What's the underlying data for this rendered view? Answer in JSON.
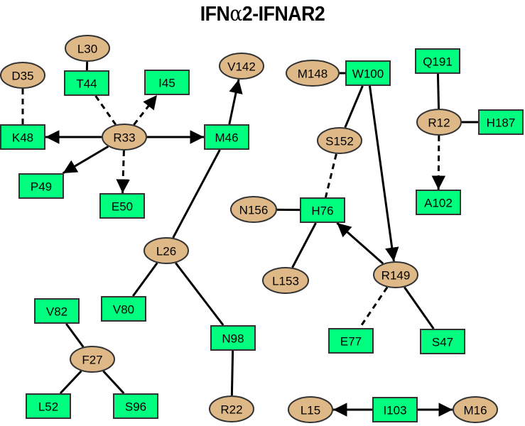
{
  "title": {
    "prefix": "IFN",
    "greek": "α",
    "suffix": "2-IFNAR2"
  },
  "colors": {
    "rect_fill": "#00ff7f",
    "ellipse_fill": "#deb887",
    "border": "#333333",
    "edge": "#000000"
  },
  "nodes": [
    {
      "id": "L30",
      "label": "L30",
      "shape": "ellipse"
    },
    {
      "id": "D35",
      "label": "D35",
      "shape": "ellipse"
    },
    {
      "id": "T44",
      "label": "T44",
      "shape": "rect"
    },
    {
      "id": "I45",
      "label": "I45",
      "shape": "rect"
    },
    {
      "id": "V142",
      "label": "V142",
      "shape": "ellipse"
    },
    {
      "id": "K48",
      "label": "K48",
      "shape": "rect"
    },
    {
      "id": "R33",
      "label": "R33",
      "shape": "ellipse"
    },
    {
      "id": "M46",
      "label": "M46",
      "shape": "rect"
    },
    {
      "id": "P49",
      "label": "P49",
      "shape": "rect"
    },
    {
      "id": "E50",
      "label": "E50",
      "shape": "rect"
    },
    {
      "id": "M148",
      "label": "M148",
      "shape": "ellipse"
    },
    {
      "id": "W100",
      "label": "W100",
      "shape": "rect"
    },
    {
      "id": "Q191",
      "label": "Q191",
      "shape": "rect"
    },
    {
      "id": "S152",
      "label": "S152",
      "shape": "ellipse"
    },
    {
      "id": "R12",
      "label": "R12",
      "shape": "ellipse"
    },
    {
      "id": "H187",
      "label": "H187",
      "shape": "rect"
    },
    {
      "id": "A102",
      "label": "A102",
      "shape": "rect"
    },
    {
      "id": "N156",
      "label": "N156",
      "shape": "ellipse"
    },
    {
      "id": "H76",
      "label": "H76",
      "shape": "rect"
    },
    {
      "id": "L26",
      "label": "L26",
      "shape": "ellipse"
    },
    {
      "id": "L153",
      "label": "L153",
      "shape": "ellipse"
    },
    {
      "id": "R149",
      "label": "R149",
      "shape": "ellipse"
    },
    {
      "id": "V82",
      "label": "V82",
      "shape": "rect"
    },
    {
      "id": "V80",
      "label": "V80",
      "shape": "rect"
    },
    {
      "id": "F27",
      "label": "F27",
      "shape": "ellipse"
    },
    {
      "id": "N98",
      "label": "N98",
      "shape": "rect"
    },
    {
      "id": "E77",
      "label": "E77",
      "shape": "rect"
    },
    {
      "id": "S47",
      "label": "S47",
      "shape": "rect"
    },
    {
      "id": "L52",
      "label": "L52",
      "shape": "rect"
    },
    {
      "id": "S96",
      "label": "S96",
      "shape": "rect"
    },
    {
      "id": "R22",
      "label": "R22",
      "shape": "ellipse"
    },
    {
      "id": "L15",
      "label": "L15",
      "shape": "ellipse"
    },
    {
      "id": "I103",
      "label": "I103",
      "shape": "rect"
    },
    {
      "id": "M16",
      "label": "M16",
      "shape": "ellipse"
    }
  ],
  "edges": [
    {
      "from": "L30",
      "to": "T44",
      "style": "solid",
      "arrow": false
    },
    {
      "from": "D35",
      "to": "K48",
      "style": "dashed",
      "arrow": false
    },
    {
      "from": "T44",
      "to": "R33",
      "style": "dashed",
      "arrow": false
    },
    {
      "from": "R33",
      "to": "I45",
      "style": "dashed",
      "arrow": true
    },
    {
      "from": "R33",
      "to": "K48",
      "style": "solid",
      "arrow": true
    },
    {
      "from": "R33",
      "to": "M46",
      "style": "solid",
      "arrow": true
    },
    {
      "from": "R33",
      "to": "P49",
      "style": "solid",
      "arrow": true
    },
    {
      "from": "R33",
      "to": "E50",
      "style": "dashed",
      "arrow": true
    },
    {
      "from": "M46",
      "to": "V142",
      "style": "solid",
      "arrow": true
    },
    {
      "from": "L26",
      "to": "M46",
      "style": "solid",
      "arrow": false
    },
    {
      "from": "L26",
      "to": "V80",
      "style": "solid",
      "arrow": false
    },
    {
      "from": "L26",
      "to": "N98",
      "style": "solid",
      "arrow": false
    },
    {
      "from": "N98",
      "to": "R22",
      "style": "solid",
      "arrow": false
    },
    {
      "from": "V82",
      "to": "F27",
      "style": "solid",
      "arrow": false
    },
    {
      "from": "F27",
      "to": "L52",
      "style": "solid",
      "arrow": false
    },
    {
      "from": "F27",
      "to": "S96",
      "style": "solid",
      "arrow": false
    },
    {
      "from": "M148",
      "to": "W100",
      "style": "solid",
      "arrow": false
    },
    {
      "from": "W100",
      "to": "S152",
      "style": "solid",
      "arrow": false
    },
    {
      "from": "W100",
      "to": "R149",
      "style": "solid",
      "arrow": true
    },
    {
      "from": "S152",
      "to": "H76",
      "style": "dashed",
      "arrow": false
    },
    {
      "from": "N156",
      "to": "H76",
      "style": "solid",
      "arrow": false
    },
    {
      "from": "H76",
      "to": "L153",
      "style": "solid",
      "arrow": false
    },
    {
      "from": "R149",
      "to": "H76",
      "style": "solid",
      "arrow": true
    },
    {
      "from": "R149",
      "to": "E77",
      "style": "dashed",
      "arrow": false
    },
    {
      "from": "R149",
      "to": "S47",
      "style": "solid",
      "arrow": false
    },
    {
      "from": "Q191",
      "to": "R12",
      "style": "solid",
      "arrow": false
    },
    {
      "from": "R12",
      "to": "H187",
      "style": "solid",
      "arrow": false
    },
    {
      "from": "R12",
      "to": "A102",
      "style": "dashed",
      "arrow": true
    },
    {
      "from": "I103",
      "to": "L15",
      "style": "solid",
      "arrow": true
    },
    {
      "from": "I103",
      "to": "M16",
      "style": "solid",
      "arrow": true
    }
  ]
}
